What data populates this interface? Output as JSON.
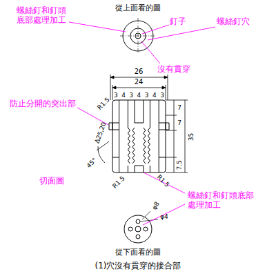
{
  "diagram": {
    "caption": "(1)穴沒有貫穿的接合部",
    "labels": [
      "螺絲釘和釘頭 底部處理加工",
      "從上面看的圖",
      "釘子",
      "螺絲釘穴",
      "沒有貫穿",
      "26",
      "24",
      "R1.5",
      "3",
      "4",
      "3",
      "4",
      "3",
      "4",
      "3",
      "防止分開的突出部",
      "7",
      "7",
      "35",
      "∆25,20",
      "45°",
      "7.5",
      "切面圖",
      "R1.5",
      "R1.5",
      "螺絲釘和釘頭底部 處理加工",
      "φ8",
      "φ4",
      "從下面看的圖"
    ]
  }
}
